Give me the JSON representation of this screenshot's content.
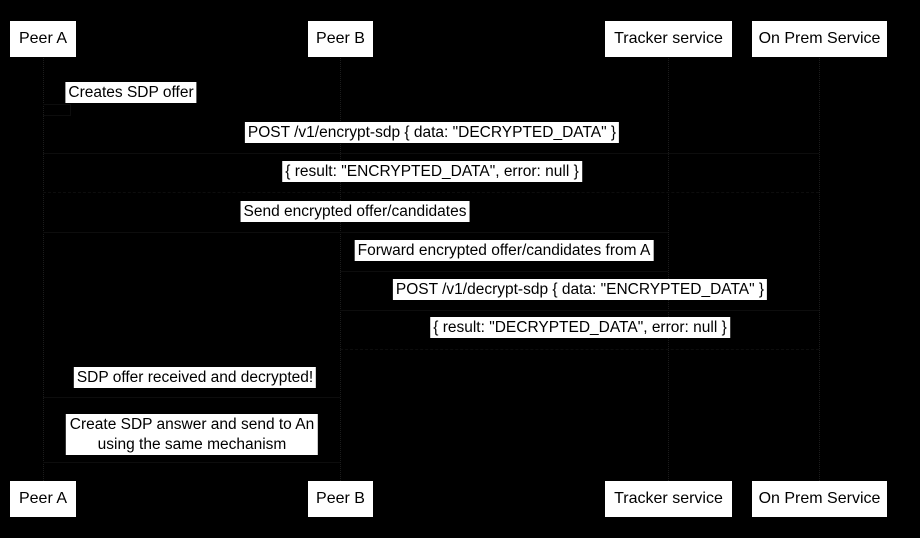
{
  "diagram": {
    "type": "sequence-diagram",
    "background_color": "#000000",
    "actor_fill": "#ffffff",
    "label_bg": "#ffffff",
    "text_color": "#000000",
    "participants": [
      {
        "name": "Peer A"
      },
      {
        "name": "Peer B"
      },
      {
        "name": "Tracker service"
      },
      {
        "name": "On Prem Service"
      }
    ],
    "messages": [
      {
        "from": "Peer A",
        "to": "Peer A",
        "kind": "self",
        "text": "Creates SDP offer"
      },
      {
        "from": "Peer A",
        "to": "On Prem Service",
        "kind": "solid",
        "text": "POST /v1/encrypt-sdp { data: \"DECRYPTED_DATA\" }"
      },
      {
        "from": "On Prem Service",
        "to": "Peer A",
        "kind": "reply",
        "text": "{ result: \"ENCRYPTED_DATA\", error: null }"
      },
      {
        "from": "Peer A",
        "to": "Tracker service",
        "kind": "solid",
        "text": "Send encrypted offer/candidates"
      },
      {
        "from": "Tracker service",
        "to": "Peer B",
        "kind": "solid",
        "text": "Forward encrypted offer/candidates from A"
      },
      {
        "from": "Peer B",
        "to": "On Prem Service",
        "kind": "solid",
        "text": "POST /v1/decrypt-sdp { data: \"ENCRYPTED_DATA\" }"
      },
      {
        "from": "On Prem Service",
        "to": "Peer B",
        "kind": "reply",
        "text": "{ result: \"DECRYPTED_DATA\", error: null }"
      },
      {
        "from": "Peer B",
        "to": "Peer A",
        "kind": "solid",
        "text": "SDP offer received and decrypted!"
      },
      {
        "from": "Peer B",
        "to": "Peer A",
        "kind": "solid",
        "text": "Create SDP answer and send to An\nusing the same mechanism"
      }
    ]
  }
}
